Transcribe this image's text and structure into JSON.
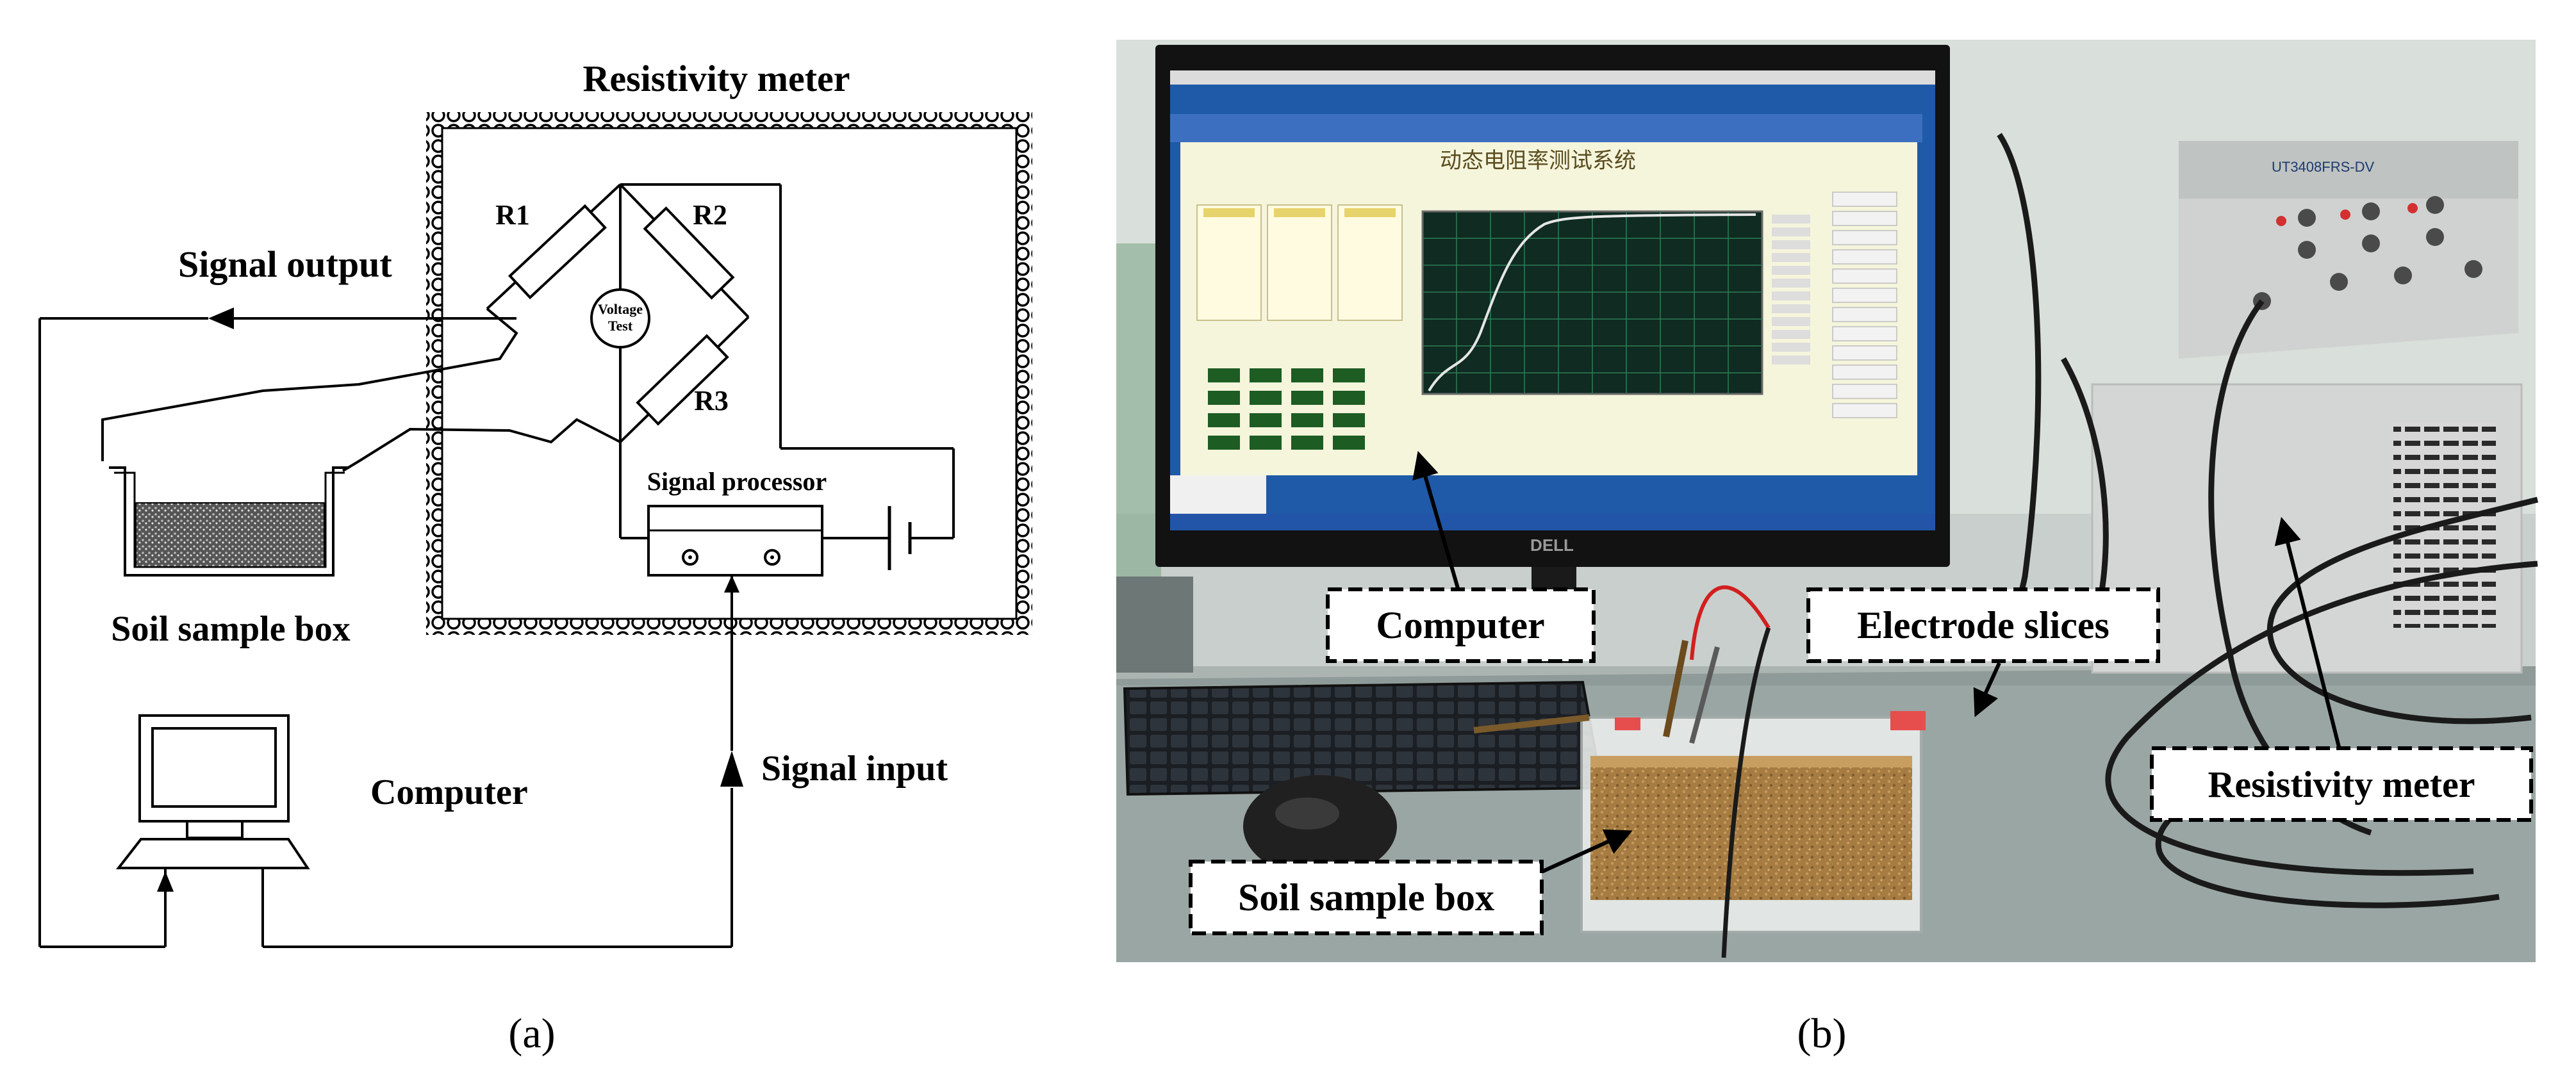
{
  "panel_a": {
    "caption": "(a)",
    "meter_title": "Resistivity meter",
    "signal_output": "Signal output",
    "signal_input": "Signal input",
    "r1": "R1",
    "r2": "R2",
    "r3": "R3",
    "voltage_line1": "Voltage",
    "voltage_line2": "Test",
    "signal_processor": "Signal processor",
    "soil_box": "Soil sample box",
    "computer": "Computer"
  },
  "panel_b": {
    "caption": "(b)",
    "label_computer": "Computer",
    "label_electrodes": "Electrode slices",
    "label_meter": "Resistivity meter",
    "label_soil_box": "Soil sample box",
    "screen_title": "动态电阻率测试系统",
    "monitor_brand": "DELL",
    "device_model": "UT3408FRS-DV"
  },
  "colors": {
    "line": "#000000",
    "chart_bg": "#0f2b22",
    "chart_grid": "#2f7d55",
    "chart_curve": "#e6e6e6",
    "screen_bg": "#f5f5dc",
    "soil": "#a67c42"
  }
}
